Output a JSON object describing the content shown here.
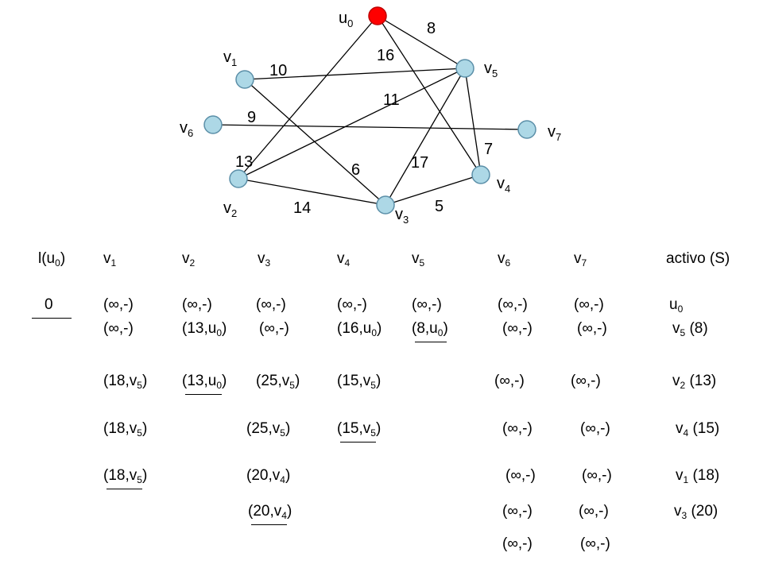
{
  "colors": {
    "node_fill": "#add8e6",
    "node_stroke": "#5b8fa8",
    "source_fill": "#ff0000",
    "source_stroke": "#c00000",
    "edge": "#000000"
  },
  "graph": {
    "nodes": [
      {
        "id": "u0",
        "base": "u",
        "sub": "0",
        "source": true
      },
      {
        "id": "v1",
        "base": "v",
        "sub": "1"
      },
      {
        "id": "v2",
        "base": "v",
        "sub": "2"
      },
      {
        "id": "v3",
        "base": "v",
        "sub": "3"
      },
      {
        "id": "v4",
        "base": "v",
        "sub": "4"
      },
      {
        "id": "v5",
        "base": "v",
        "sub": "5"
      },
      {
        "id": "v6",
        "base": "v",
        "sub": "6"
      },
      {
        "id": "v7",
        "base": "v",
        "sub": "7"
      }
    ],
    "edges": [
      {
        "from": "u0",
        "to": "v5",
        "weight": "8"
      },
      {
        "from": "u0",
        "to": "v4",
        "weight": "16"
      },
      {
        "from": "u0",
        "to": "v2",
        "weight": "13"
      },
      {
        "from": "v1",
        "to": "v5",
        "weight": "10"
      },
      {
        "from": "v1",
        "to": "v3",
        "weight": "6"
      },
      {
        "from": "v6",
        "to": "v7",
        "weight": "9"
      },
      {
        "from": "v5",
        "to": "v2",
        "weight": "11"
      },
      {
        "from": "v5",
        "to": "v3",
        "weight": "17"
      },
      {
        "from": "v5",
        "to": "v4",
        "weight": "7"
      },
      {
        "from": "v2",
        "to": "v3",
        "weight": "14"
      },
      {
        "from": "v3",
        "to": "v4",
        "weight": "5"
      }
    ]
  },
  "table": {
    "headers": [
      {
        "base": "l(u",
        "sub": "0",
        "tail": ")"
      },
      {
        "base": "v",
        "sub": "1",
        "tail": ""
      },
      {
        "base": "v",
        "sub": "2",
        "tail": ""
      },
      {
        "base": "v",
        "sub": "3",
        "tail": ""
      },
      {
        "base": "v",
        "sub": "4",
        "tail": ""
      },
      {
        "base": "v",
        "sub": "5",
        "tail": ""
      },
      {
        "base": "v",
        "sub": "6",
        "tail": ""
      },
      {
        "base": "v",
        "sub": "7",
        "tail": ""
      },
      {
        "base": "activo (S)",
        "sub": "",
        "tail": ""
      }
    ],
    "rows": [
      {
        "cells": [
          {
            "col": 0,
            "base": "0",
            "sub": "",
            "tail": "",
            "underline": true
          },
          {
            "col": 1,
            "base": "(∞,-)",
            "sub": "",
            "tail": ""
          },
          {
            "col": 2,
            "base": "(∞,-)",
            "sub": "",
            "tail": ""
          },
          {
            "col": 3,
            "base": "(∞,-)",
            "sub": "",
            "tail": ""
          },
          {
            "col": 4,
            "base": "(∞,-)",
            "sub": "",
            "tail": ""
          },
          {
            "col": 5,
            "base": "(∞,-)",
            "sub": "",
            "tail": ""
          },
          {
            "col": 6,
            "base": "(∞,-)",
            "sub": "",
            "tail": ""
          },
          {
            "col": 7,
            "base": "(∞,-)",
            "sub": "",
            "tail": ""
          },
          {
            "col": 8,
            "base": "u",
            "sub": "0",
            "tail": ""
          }
        ]
      },
      {
        "cells": [
          {
            "col": 1,
            "base": "(∞,-)",
            "sub": "",
            "tail": ""
          },
          {
            "col": 2,
            "base": "(13,u",
            "sub": "0",
            "tail": ")"
          },
          {
            "col": 3,
            "base": "(∞,-)",
            "sub": "",
            "tail": ""
          },
          {
            "col": 4,
            "base": "(16,u",
            "sub": "0",
            "tail": ")"
          },
          {
            "col": 5,
            "base": "(8,u",
            "sub": "0",
            "tail": ")",
            "underline": true
          },
          {
            "col": 6,
            "base": "(∞,-)",
            "sub": "",
            "tail": ""
          },
          {
            "col": 7,
            "base": "(∞,-)",
            "sub": "",
            "tail": ""
          },
          {
            "col": 8,
            "base": "v",
            "sub": "5",
            "tail": "  (8)"
          }
        ]
      },
      {
        "cells": [
          {
            "col": 1,
            "base": "(18,v",
            "sub": "5",
            "tail": ")"
          },
          {
            "col": 2,
            "base": "(13,u",
            "sub": "0",
            "tail": ")",
            "underline": true
          },
          {
            "col": 3,
            "base": "(25,v",
            "sub": "5",
            "tail": ")"
          },
          {
            "col": 4,
            "base": "(15,v",
            "sub": "5",
            "tail": ")"
          },
          {
            "col": 6,
            "base": "(∞,-)",
            "sub": "",
            "tail": ""
          },
          {
            "col": 7,
            "base": "(∞,-)",
            "sub": "",
            "tail": ""
          },
          {
            "col": 8,
            "base": "v",
            "sub": "2",
            "tail": "  (13)"
          }
        ]
      },
      {
        "cells": [
          {
            "col": 1,
            "base": "(18,v",
            "sub": "5",
            "tail": ")"
          },
          {
            "col": 3,
            "base": "(25,v",
            "sub": "5",
            "tail": ")"
          },
          {
            "col": 4,
            "base": "(15,v",
            "sub": "5",
            "tail": ")",
            "underline": true
          },
          {
            "col": 6,
            "base": "(∞,-)",
            "sub": "",
            "tail": ""
          },
          {
            "col": 7,
            "base": "(∞,-)",
            "sub": "",
            "tail": ""
          },
          {
            "col": 8,
            "base": "v",
            "sub": "4",
            "tail": " (15)"
          }
        ]
      },
      {
        "cells": [
          {
            "col": 1,
            "base": "(18,v",
            "sub": "5",
            "tail": ")",
            "underline": true
          },
          {
            "col": 3,
            "base": "(20,v",
            "sub": "4",
            "tail": ")"
          },
          {
            "col": 6,
            "base": "(∞,-)",
            "sub": "",
            "tail": ""
          },
          {
            "col": 7,
            "base": "(∞,-)",
            "sub": "",
            "tail": ""
          },
          {
            "col": 8,
            "base": "v",
            "sub": "1",
            "tail": " (18)"
          }
        ]
      },
      {
        "cells": [
          {
            "col": 3,
            "base": "(20,v",
            "sub": "4",
            "tail": ")",
            "underline": true
          },
          {
            "col": 6,
            "base": "(∞,-)",
            "sub": "",
            "tail": ""
          },
          {
            "col": 7,
            "base": "(∞,-)",
            "sub": "",
            "tail": ""
          },
          {
            "col": 8,
            "base": "v",
            "sub": "3",
            "tail": " (20)"
          }
        ]
      },
      {
        "cells": [
          {
            "col": 6,
            "base": "(∞,-)",
            "sub": "",
            "tail": ""
          },
          {
            "col": 7,
            "base": "(∞,-)",
            "sub": "",
            "tail": ""
          }
        ]
      }
    ]
  }
}
